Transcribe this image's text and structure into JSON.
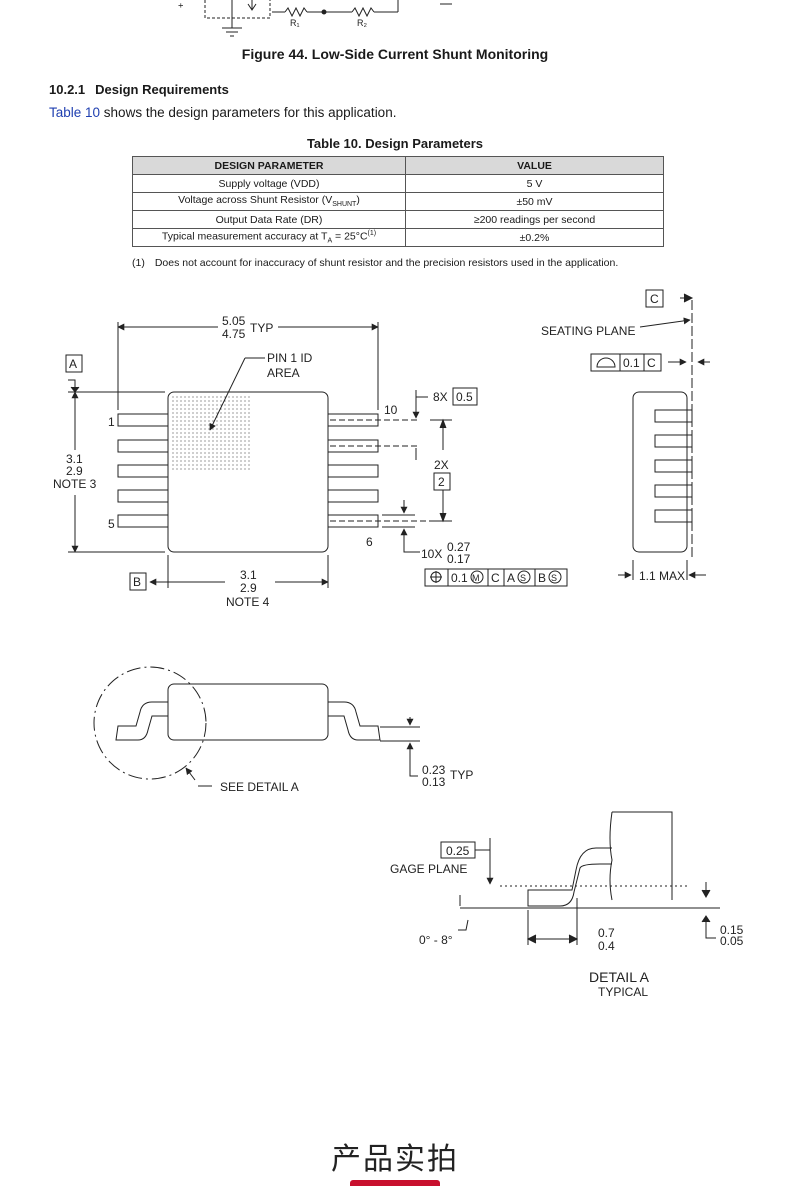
{
  "figure_caption": "Figure 44.  Low-Side Current Shunt Monitoring",
  "top_schematic": {
    "r1": "R₁",
    "r2": "R₂"
  },
  "section": {
    "number": "10.2.1",
    "title": "Design Requirements"
  },
  "intro": {
    "link": "Table 10",
    "text": " shows the design parameters for this application."
  },
  "table": {
    "caption": "Table 10. Design Parameters",
    "headers": [
      "DESIGN PARAMETER",
      "VALUE"
    ],
    "rows": [
      {
        "param": "Supply voltage (VDD)",
        "value": "5 V"
      },
      {
        "param": "Voltage across Shunt Resistor (V",
        "param_sub": "SHUNT",
        "param_after": ")",
        "value": "±50 mV"
      },
      {
        "param": "Output Data Rate (DR)",
        "value": "≥200 readings per second"
      },
      {
        "param": "Typical measurement accuracy at T",
        "param_sub": "A",
        "param_after": " = 25°C",
        "param_sup": "(1)",
        "value": "±0.2%"
      }
    ],
    "footnote_num": "(1)",
    "footnote": "Does not account for inaccuracy of shunt resistor and the precision resistors used in the application."
  },
  "package": {
    "width_max": "5.05",
    "width_min": "4.75",
    "typ": "TYP",
    "pin1": "PIN 1 ID",
    "area": "AREA",
    "datum_a": "A",
    "datum_b": "B",
    "datum_c": "C",
    "height_max": "3.1",
    "height_min": "2.9",
    "note3": "NOTE 3",
    "pin_1": "1",
    "pin_5": "5",
    "pin_6": "6",
    "pin_10": "10",
    "pitch_count": "8X",
    "pitch": "0.5",
    "pitch2_count": "2X",
    "pitch2": "2",
    "lead_count": "10X",
    "lead_max": "0.27",
    "lead_min": "0.17",
    "fcf_tol": "0.1",
    "fcf_m": "M",
    "fcf_c": "C",
    "fcf_a": "A",
    "fcf_s": "S",
    "fcf_b": "B",
    "bwidth_max": "3.1",
    "bwidth_min": "2.9",
    "note4": "NOTE 4",
    "seating_plane": "SEATING PLANE",
    "flat_tol": "0.1",
    "flat_ref": "C",
    "max_height": "1.1 MAX",
    "see_detail": "SEE DETAIL A",
    "lead_thk_max": "0.23",
    "lead_thk_min": "0.13",
    "lead_thk_typ": "TYP",
    "gage_val": "0.25",
    "gage_plane": "GAGE PLANE",
    "angle": "0° - 8°",
    "foot_max": "0.7",
    "foot_min": "0.4",
    "standoff_max": "0.15",
    "standoff_min": "0.05",
    "detail_title": "DETAIL A",
    "detail_sub": "TYPICAL"
  },
  "footer": {
    "title": "产品实拍"
  }
}
